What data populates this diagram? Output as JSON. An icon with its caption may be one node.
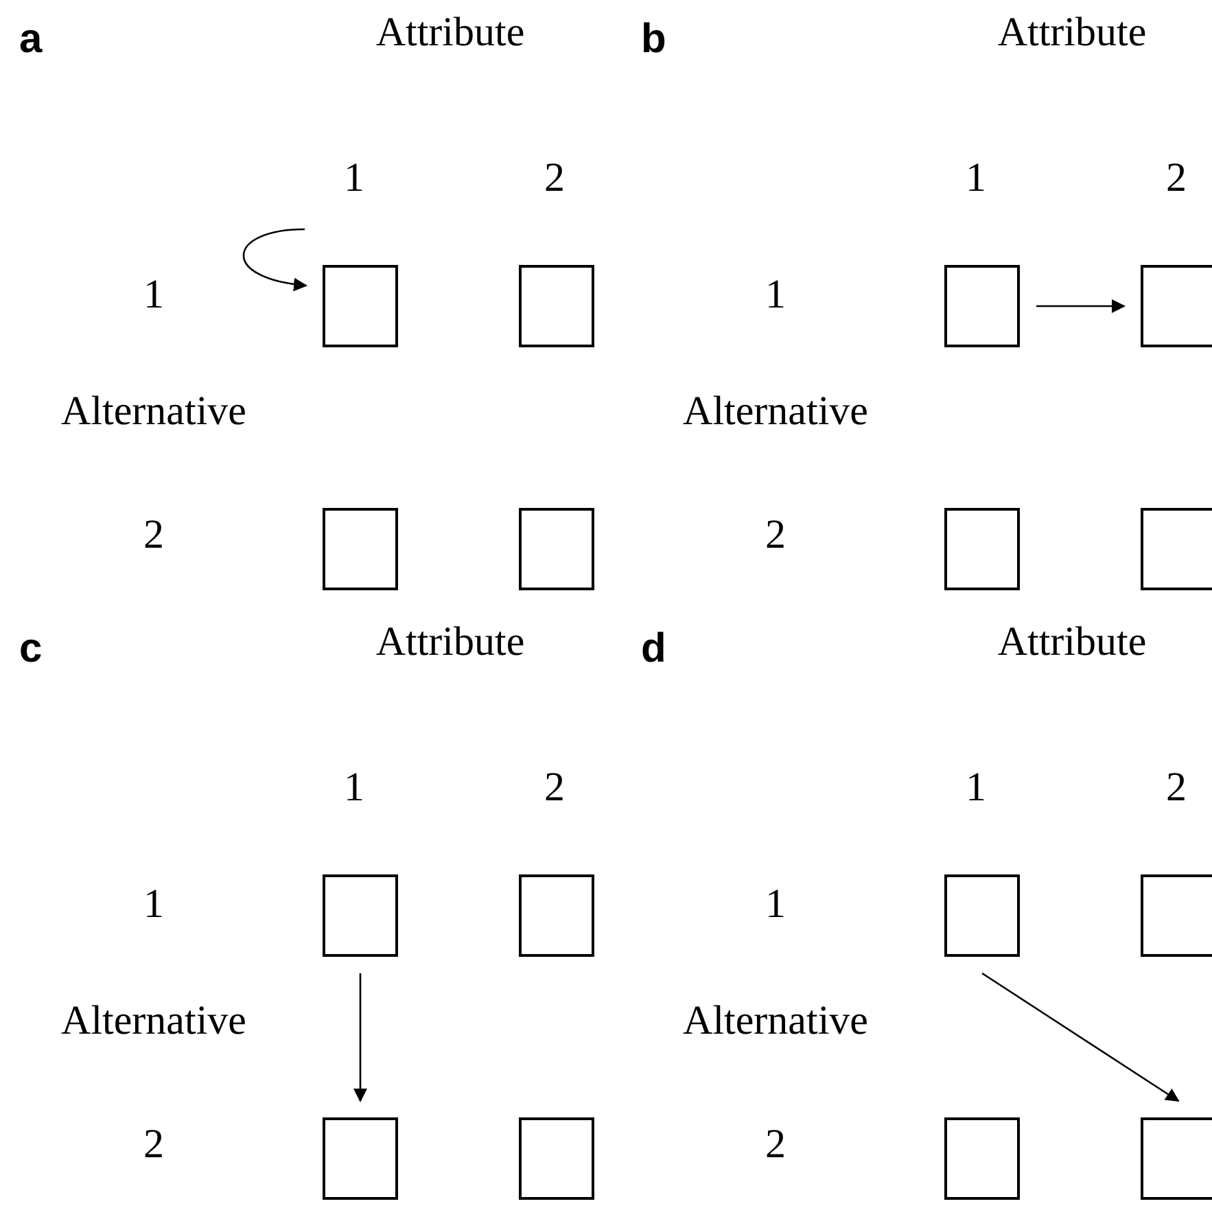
{
  "diagram": {
    "nodes": [
      {
        "text": [],
        "shape": "box"
      },
      {
        "text": [],
        "shape": "box"
      },
      {
        "text": [],
        "shape": "box"
      },
      {
        "text": [],
        "shape": "box"
      },
      {
        "text": [],
        "shape": "box"
      },
      {
        "text": [],
        "shape": "box"
      },
      {
        "text": [],
        "shape": "box"
      },
      {
        "text": [],
        "shape": "box"
      },
      {
        "text": [],
        "shape": "box"
      },
      {
        "text": [],
        "shape": "box"
      },
      {
        "text": [],
        "shape": "box"
      },
      {
        "text": [],
        "shape": "box"
      },
      {
        "text": [],
        "shape": "box"
      },
      {
        "text": [],
        "shape": "box"
      },
      {
        "text": [],
        "shape": "box"
      },
      {
        "text": [],
        "shape": "box"
      }
    ],
    "edges": [
      {
        "from": null,
        "to": 0,
        "arrow": "to"
      },
      {
        "from": 4,
        "to": 5,
        "arrow": "to"
      },
      {
        "from": 8,
        "to": 10,
        "arrow": "to"
      },
      {
        "from": 12,
        "to": 15,
        "arrow": "to"
      }
    ],
    "labels": [
      "a",
      "Attribute",
      "1",
      "2",
      "1",
      "Alternative",
      "2",
      "b",
      "Attribute",
      "1",
      "2",
      "1",
      "Alternative",
      "2",
      "c",
      "Attribute",
      "1",
      "2",
      "1",
      "Alternative",
      "2",
      "d",
      "Attribute",
      "1",
      "2",
      "1",
      "Alternative",
      "2"
    ]
  }
}
